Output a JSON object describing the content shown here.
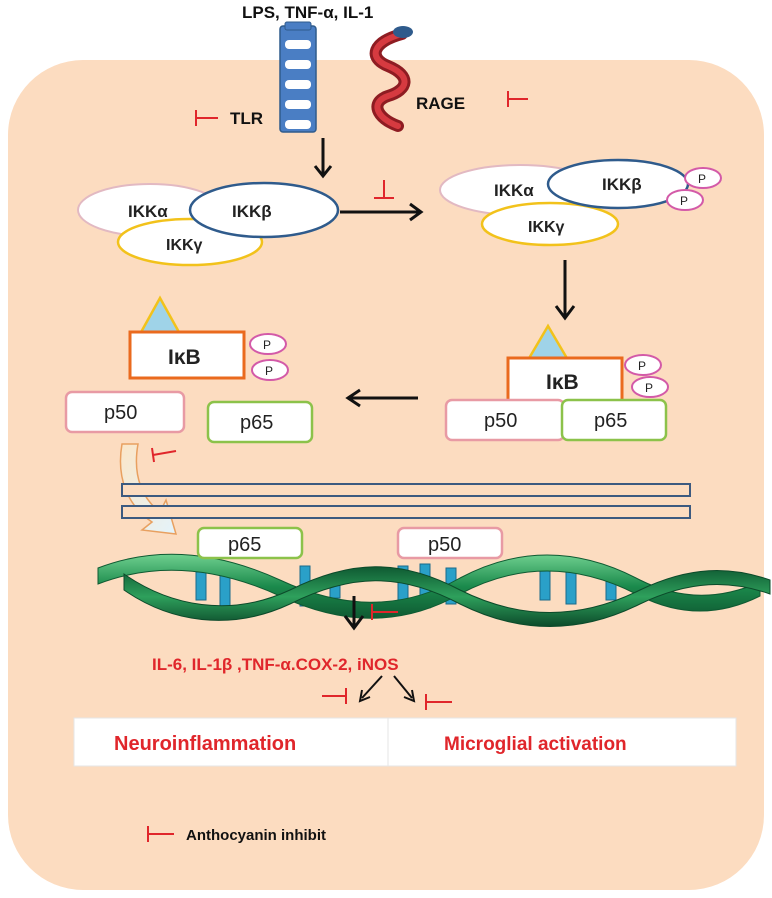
{
  "labels": {
    "ligands": "LPS, TNF-α, IL-1",
    "tlr": "TLR",
    "rage": "RAGE",
    "ikk_alpha": "IKKα",
    "ikk_beta": "IKKβ",
    "ikk_gamma": "IKKγ",
    "p": "P",
    "ikb": "IκB",
    "p50": "p50",
    "p65": "p65",
    "cytokines": "IL-6, IL-1β ,TNF-α.COX-2, iNOS",
    "neuroinflammation": "Neuroinflammation",
    "microglial_activation": "Microglial activation",
    "legend": "Anthocyanin inhibit"
  },
  "colors": {
    "cell_fill": "#fcdcc0",
    "inhibit_red": "#e0262b",
    "ikk_alpha_border": "#e2b9c2",
    "ikk_beta_border": "#2f5b8c",
    "ikk_gamma_border": "#f2c21b",
    "ikb_border": "#ea6a1e",
    "p50_border": "#e89aa4",
    "p65_border": "#8cc24a",
    "phospho_border": "#d35aa8",
    "tlr_blue": "#4a7ec4",
    "rage_red": "#c1272d",
    "dna_green": "#1b8a4c",
    "dna_blue": "#2aa0c8",
    "membrane": "#3c5a80"
  }
}
